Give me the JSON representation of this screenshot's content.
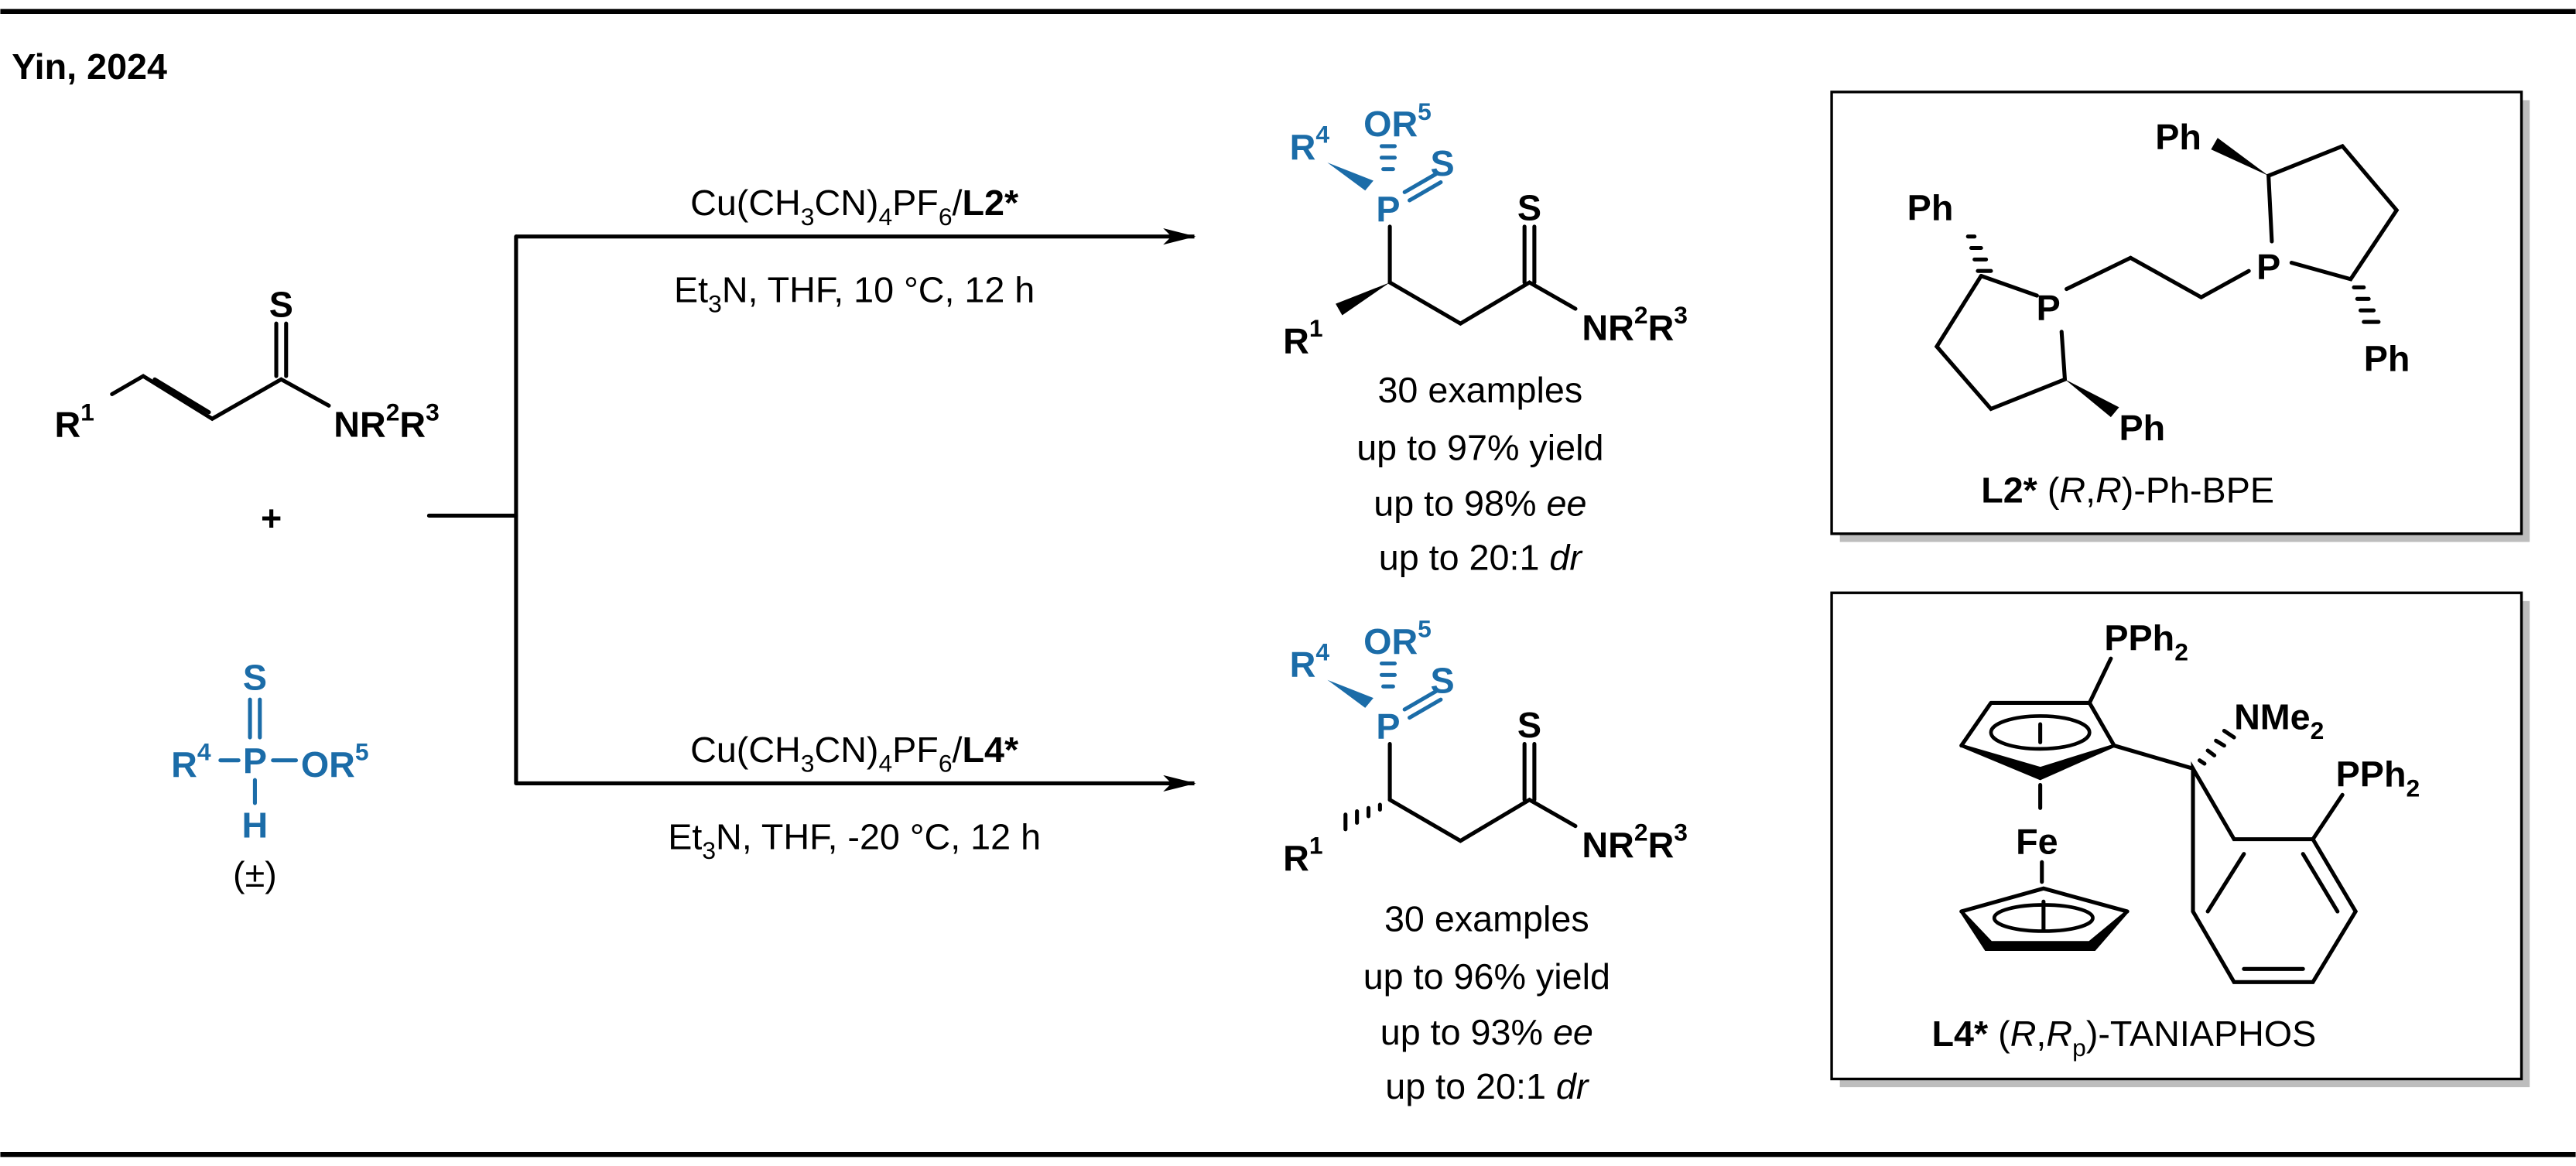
{
  "header": {
    "title": "Yin, 2024"
  },
  "substrate": {
    "s": "S",
    "r1": "R",
    "r1_sup": "1",
    "n": "NR",
    "n_sup2": "2",
    "r3": "R",
    "n_sup3": "3"
  },
  "plus": "+",
  "phosphine": {
    "s": "S",
    "p": "P",
    "r4": "R",
    "r4_sup": "4",
    "dash": "–",
    "or5": "OR",
    "or5_sup": "5",
    "h": "H",
    "racemic": "(±)"
  },
  "conditions": [
    {
      "cat": [
        "Cu(CH",
        "3",
        "CN)",
        "4",
        "PF",
        "6",
        "/",
        "L2*"
      ],
      "cond": [
        "Et",
        "3",
        "N, THF, 10 °C, 12 h"
      ]
    },
    {
      "cat": [
        "Cu(CH",
        "3",
        "CN)",
        "4",
        "PF",
        "6",
        "/",
        "L4*"
      ],
      "cond": [
        "Et",
        "3",
        "N, THF, -20 °C, 12 h"
      ]
    }
  ],
  "products": [
    {
      "labels": {
        "r4": "R",
        "r4_sup": "4",
        "or5": "OR",
        "or5_sup": "5",
        "ps": "S",
        "p": "P",
        "s": "S",
        "r1": "R",
        "r1_sup": "1",
        "n": "NR",
        "n2": "2",
        "r3": "R",
        "n3": "3"
      },
      "examples": "30 examples",
      "yield": "up to 97% yield",
      "ee_prefix": "up to 98% ",
      "ee": "ee",
      "dr_prefix": "up to 20:1 ",
      "dr": "dr"
    },
    {
      "labels": {
        "r4": "R",
        "r4_sup": "4",
        "or5": "OR",
        "or5_sup": "5",
        "ps": "S",
        "p": "P",
        "s": "S",
        "r1": "R",
        "r1_sup": "1",
        "n": "NR",
        "n2": "2",
        "r3": "R",
        "n3": "3"
      },
      "examples": "30 examples",
      "yield": "up to 96% yield",
      "ee_prefix": "up to 93% ",
      "ee": "ee",
      "dr_prefix": "up to 20:1 ",
      "dr": "dr"
    }
  ],
  "ligands": {
    "l2": {
      "ph": "Ph",
      "p": "P",
      "name_bold": "L2*",
      "name": [
        " (",
        "R",
        ",",
        "R",
        ")-Ph-BPE"
      ]
    },
    "l4": {
      "pph": "PPh",
      "two": "2",
      "nme": "NMe",
      "fe": "Fe",
      "name_bold": "L4*",
      "name": [
        " (",
        "R",
        ",",
        "R",
        "p",
        ")-TANIAPHOS"
      ]
    }
  },
  "colors": {
    "accent": "#1b6ca8",
    "shadow": "#bdbdbd"
  }
}
